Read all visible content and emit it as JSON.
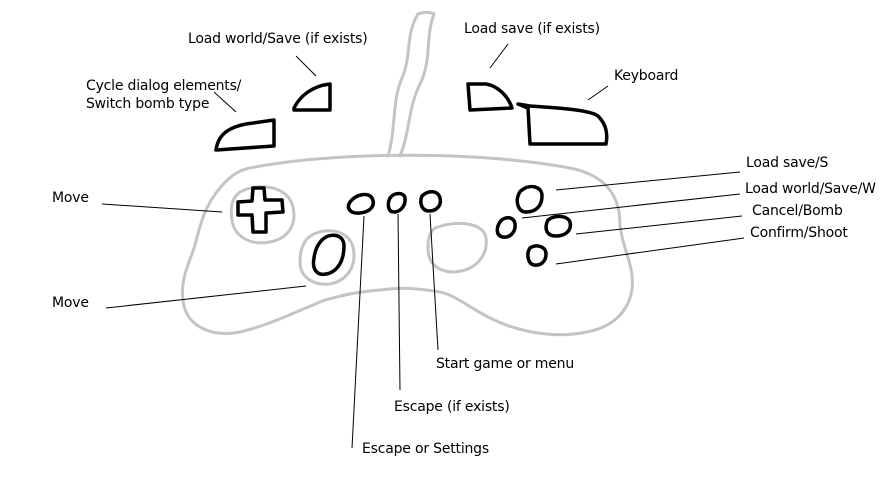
{
  "labels": {
    "load_world_save_top": "Load world/Save (if exists)",
    "load_save_top": "Load save (if exists)",
    "keyboard": "Keyboard",
    "cycle_dialog_line1": "Cycle dialog elements/",
    "cycle_dialog_line2": "Switch bomb type",
    "move_dpad": "Move",
    "move_stick": "Move",
    "load_save_s": "Load save/S",
    "load_world_save_w": "Load world/Save/W",
    "cancel_bomb": "Cancel/Bomb",
    "confirm_shoot": "Confirm/Shoot",
    "start_game": "Start game or menu",
    "escape_if_exists": "Escape (if exists)",
    "escape_or_settings": "Escape or Settings"
  },
  "colors": {
    "controller_outline": "#c4c4c4",
    "button_outline": "#000000",
    "leader_line": "#000000",
    "background": "#ffffff"
  }
}
